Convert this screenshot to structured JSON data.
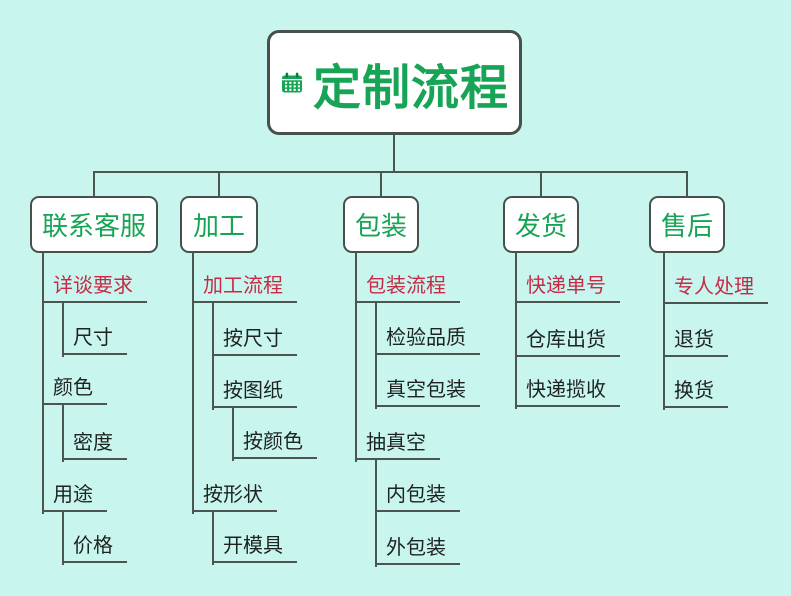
{
  "diagram": {
    "root": {
      "label": "定制流程",
      "icon": "calendar-icon"
    },
    "branches": [
      {
        "label": "联系客服",
        "children": [
          {
            "label": "详谈要求",
            "style": "highlight",
            "children": [
              {
                "label": "尺寸"
              }
            ]
          },
          {
            "label": "颜色",
            "children": [
              {
                "label": "密度"
              }
            ]
          },
          {
            "label": "用途",
            "children": [
              {
                "label": "价格"
              }
            ]
          }
        ]
      },
      {
        "label": "加工",
        "children": [
          {
            "label": "加工流程",
            "style": "highlight",
            "children": [
              {
                "label": "按尺寸"
              },
              {
                "label": "按图纸",
                "children": [
                  {
                    "label": "按颜色"
                  }
                ]
              }
            ]
          },
          {
            "label": "按形状",
            "children": [
              {
                "label": "开模具"
              }
            ]
          }
        ]
      },
      {
        "label": "包装",
        "children": [
          {
            "label": "包装流程",
            "style": "highlight",
            "children": [
              {
                "label": "检验品质"
              },
              {
                "label": "真空包装"
              }
            ]
          },
          {
            "label": "抽真空",
            "children": [
              {
                "label": "内包装"
              },
              {
                "label": "外包装"
              }
            ]
          }
        ]
      },
      {
        "label": "发货",
        "children": [
          {
            "label": "快递单号",
            "style": "highlight"
          },
          {
            "label": "仓库出货"
          },
          {
            "label": "快递揽收"
          }
        ]
      },
      {
        "label": "售后",
        "children": [
          {
            "label": "专人处理",
            "style": "highlight"
          },
          {
            "label": "退货"
          },
          {
            "label": "换货"
          }
        ]
      }
    ],
    "colors": {
      "background": "#c8f6ee",
      "node_green": "#17a456",
      "highlight_red": "#c52b46",
      "line": "#4c5651",
      "text": "#1e2220"
    }
  }
}
